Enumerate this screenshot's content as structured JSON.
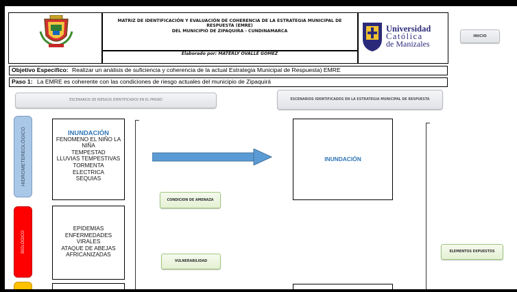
{
  "header": {
    "title_lines": [
      "MATRIZ DE IDENTIFICACIÓN Y EVALUACIÓN DE COHERENCIA DE LA ESTRATEGIA MUNICIPAL DE",
      "RESPUESTA (EMRE)",
      "DEL MUNICIPIO DE  ZIPAQUIRA - CUNDINAMARCA"
    ],
    "author": "Elaborado por: MATERLY OVALLE GOMEZ",
    "university": [
      "Universidad",
      "Católica",
      "de Manizales"
    ]
  },
  "inicio_button": "INICIO",
  "objetivo": {
    "label": "Objetivo Especifico:",
    "text": "Realizar un análisis de suficiencia y coherencia de la actual Estrategia Municipal de Respuesta) EMRE"
  },
  "paso": {
    "label": "Paso 1:",
    "text": "La EMRE es coherente con las condiciones de riesgo actuales del municipio de Zipaquirá"
  },
  "headers": {
    "left": "ESCENARIOS DE RIESGOS IDENTIFICADOS EN EL PMGRD",
    "right": "ESCENARIOS IDENTIFICADOS EN LA ESTRATEGIA MUNICIPAL DE RESPUESTA"
  },
  "categories": [
    {
      "label": "HIDROMETEREOLÓGICO",
      "color": "#9dc3e6"
    },
    {
      "label": "BIOLÓGICO",
      "color": "#ff0000"
    },
    {
      "label": "",
      "color": "#ffc000"
    }
  ],
  "scenario_hidro": {
    "title": "INUNDACIÓN",
    "items": [
      "FENOMENO EL NIÑO LA",
      "NIÑA",
      "TEMPESTAD",
      "LLUVIAS TEMPESTIVAS",
      "TORMENTA",
      "ELECTRICA",
      "SEQUIAS"
    ]
  },
  "scenario_bio": {
    "items": [
      "EPIDEMIAS",
      "ENFERMEDADES",
      "VIRALES",
      "ATAQUE DE ABEJAS",
      "AFRICANIZADAS"
    ]
  },
  "emre_scenario": "INUNDACIÓN",
  "labels": {
    "amenaza": "CONDICION DE AMENAZA",
    "vulnerabilidad": "VULNERABILIDAD",
    "expuestos": "ELEMENTOS EXPUESTOS"
  },
  "colors": {
    "accent_blue": "#2e75b6",
    "arrow": "#5b9bd5",
    "green_border": "#9fc67e"
  }
}
